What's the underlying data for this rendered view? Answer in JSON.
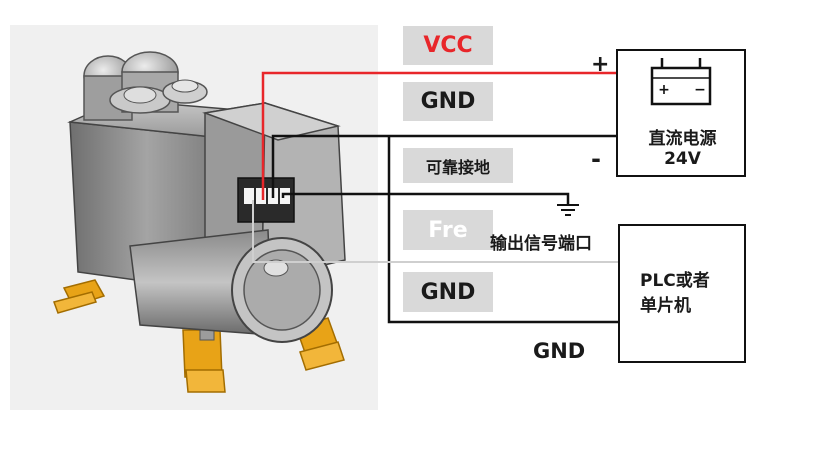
{
  "labels": {
    "vcc": "VCC",
    "gnd_top": "GND",
    "reliable_ground": "可靠接地",
    "fre": "Fre",
    "gnd_mid": "GND",
    "gnd_bottom": "GND"
  },
  "power_supply": {
    "plus_sign": "+",
    "minus_sign": "-",
    "name": "直流电源",
    "voltage": "24V",
    "battery_plus": "+",
    "battery_minus": "−"
  },
  "controller": {
    "line1": "PLC或者",
    "line2": "单片机"
  },
  "output_port": "输出信号端口",
  "colors": {
    "vcc_wire": "#e8262a",
    "gnd_wire": "#111111",
    "signal_wire": "#cfcfcf",
    "label_bg": "#d9d9d9",
    "device_body": "#8e8e8e",
    "mount_feet": "#e8a317"
  },
  "icons": [
    "battery-icon",
    "earth-ground-icon"
  ]
}
